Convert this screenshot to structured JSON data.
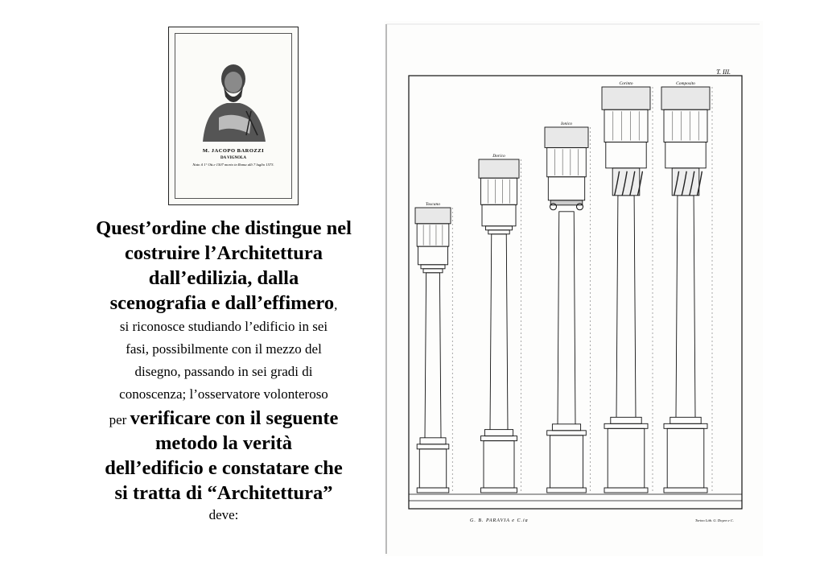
{
  "portrait": {
    "caption_name": "M. JACOPO BAROZZI",
    "caption_place": "DA VIGNOLA",
    "caption_dates": "Nato il 1° Ott.e 1507 morto in Roma alli 7 luglio 1573."
  },
  "body_text": {
    "l1": "Quest’ordine che distingue nel",
    "l2": "costruire l’Architettura",
    "l3": "dall’edilizia, dalla",
    "l4_bold": "scenografia e dall’effimero",
    "l4_tail": ",",
    "l5": "si riconosce studiando l’edificio in sei",
    "l6": "fasi, possibilmente con il mezzo del",
    "l7": "disegno, passando in sei gradi di",
    "l8": "conoscenza; l’osservatore volonteroso",
    "l9_small": "per ",
    "l9_bold": "verificare con il seguente",
    "l10": "metodo la verità",
    "l11": "dell’edificio e constatare che",
    "l12": "si tratta di “Architettura”",
    "l13": "deve:"
  },
  "plate": {
    "number": "T. III.",
    "orders": [
      "Toscano",
      "Dorico",
      "Ionico",
      "Corinto",
      "Composito"
    ],
    "publisher": "G. B. PARAVIA e C.ia",
    "engraver": "Torino Lith. G. Doyen e C."
  }
}
